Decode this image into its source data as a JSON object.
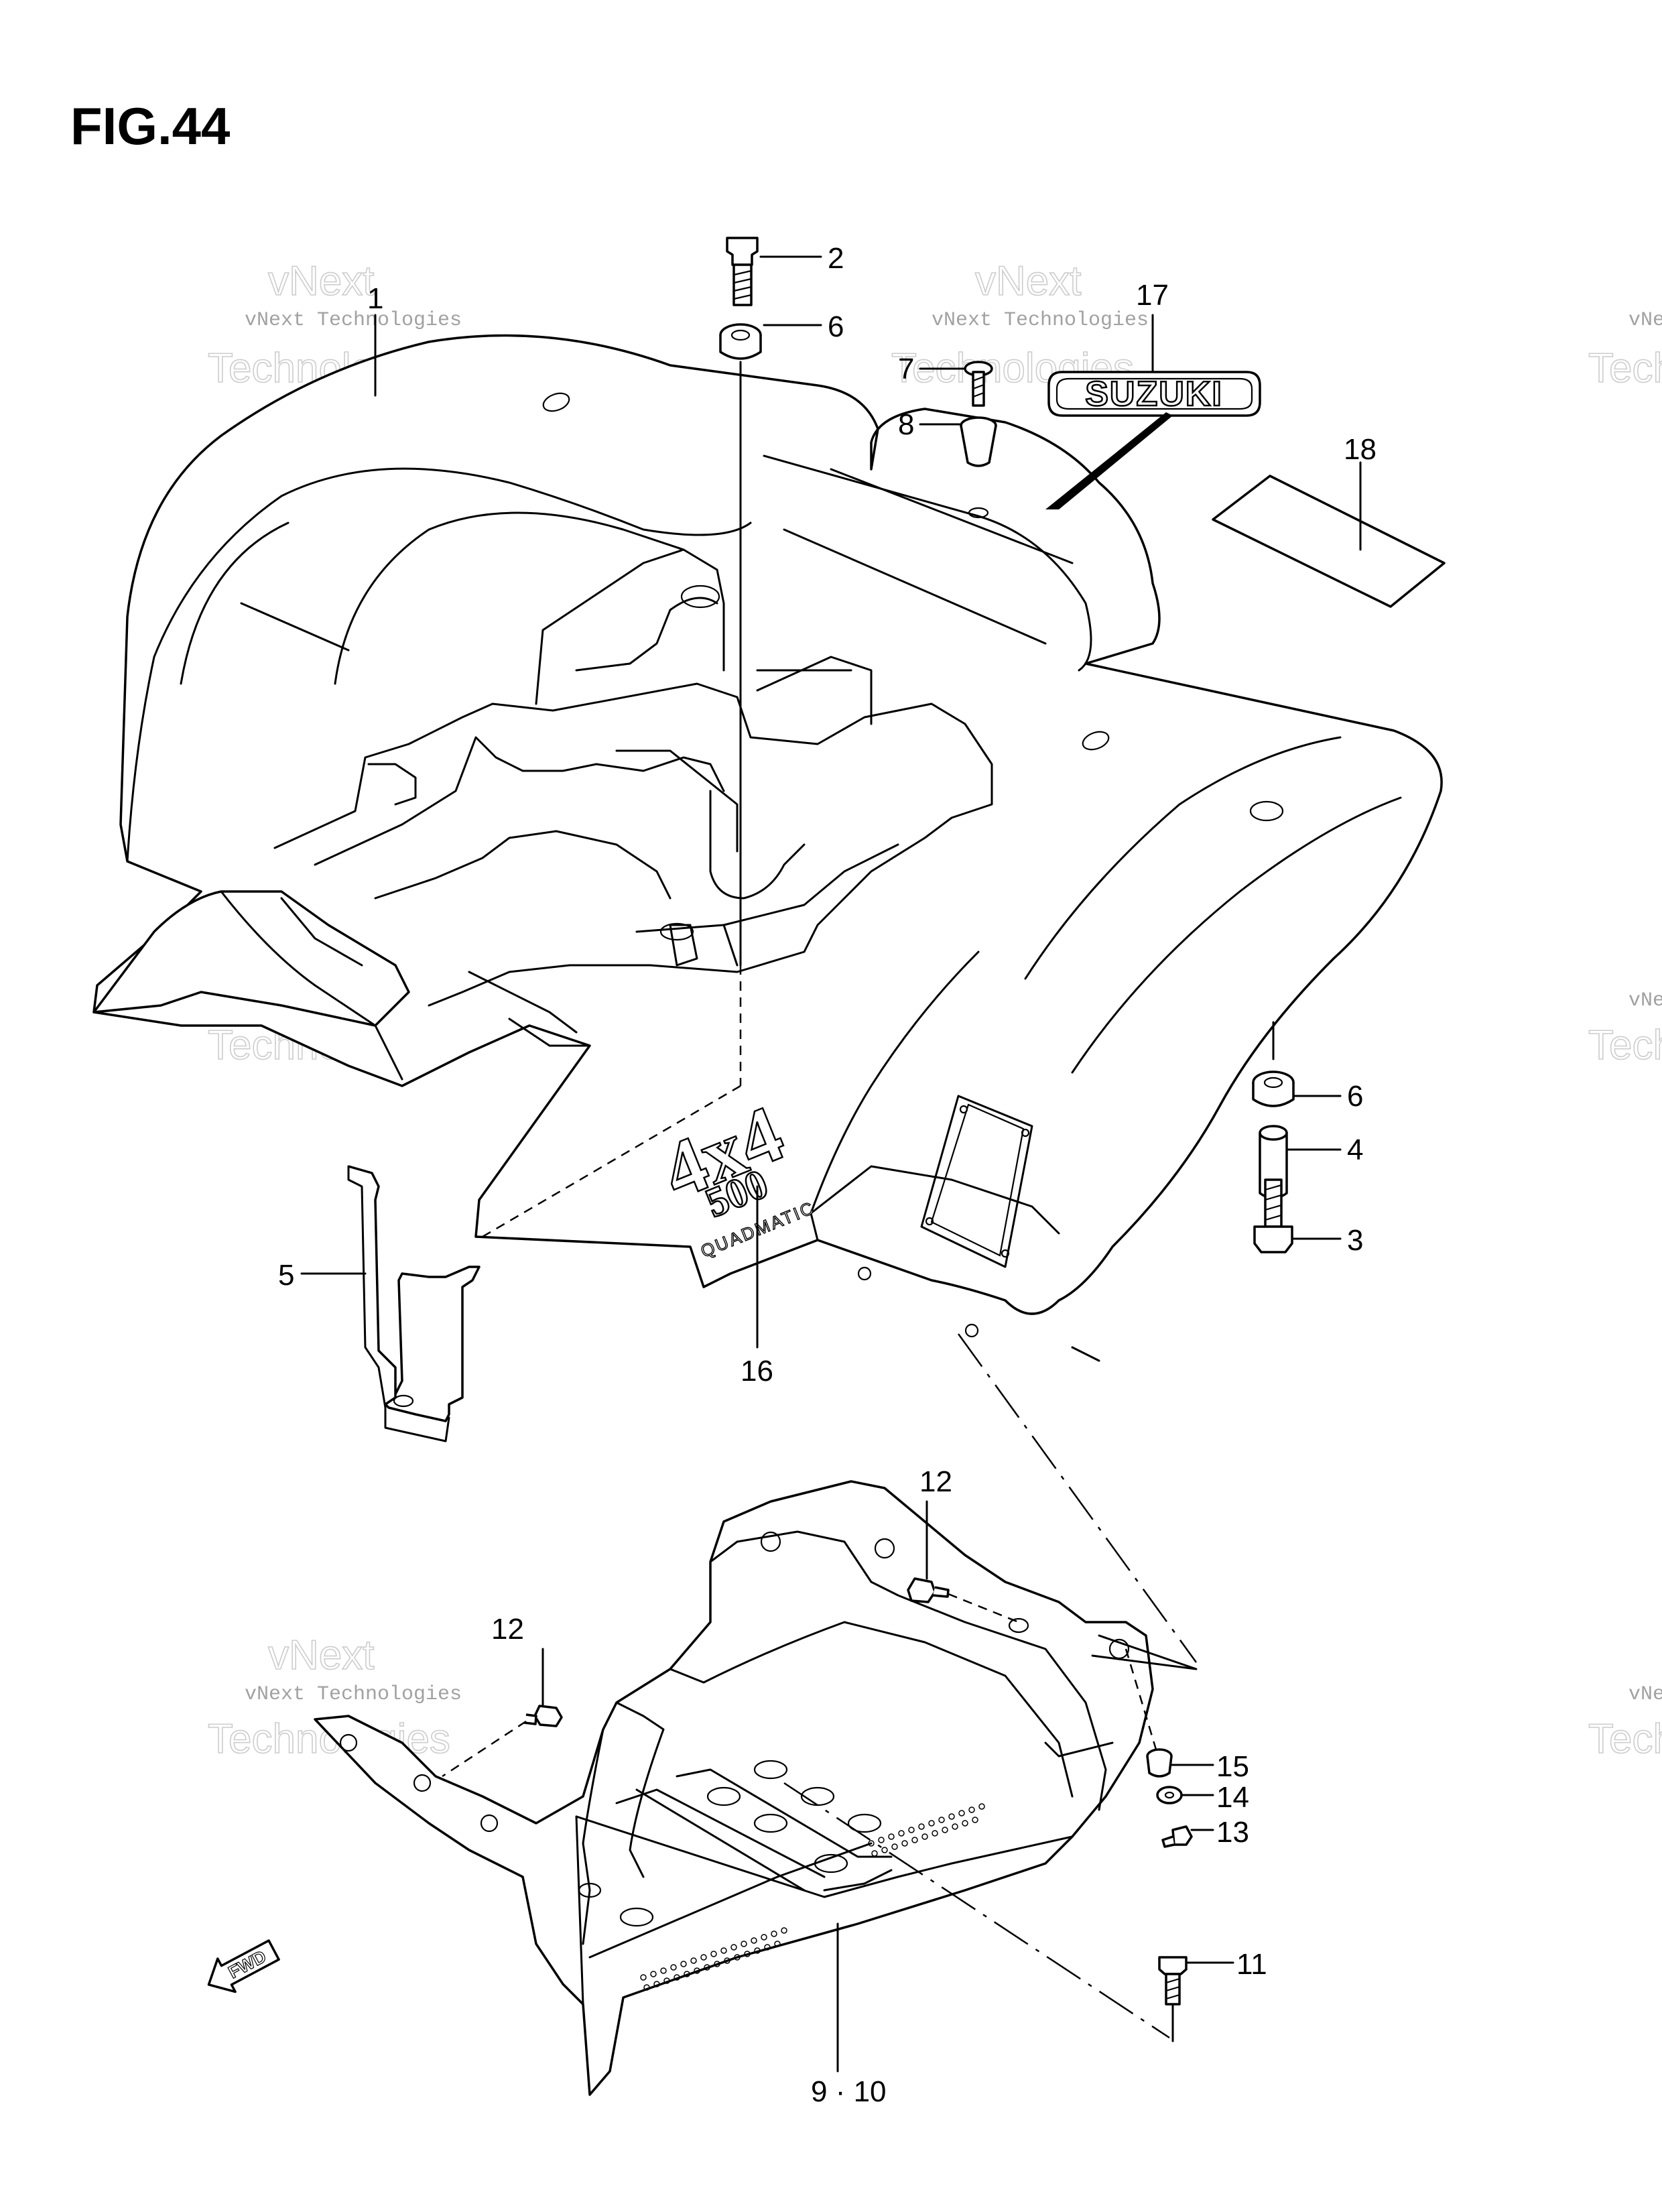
{
  "figure": {
    "title": "FIG.44"
  },
  "watermark": {
    "line1": "vNext Technologies",
    "line2": "Technologies",
    "overlay": "vNext"
  },
  "decals": {
    "suzuki": "SUZUKI",
    "four_by_four": "4x4",
    "displacement": "500",
    "automatic": "QUADMATIC"
  },
  "direction_indicator": {
    "label": "FWD"
  },
  "callouts": [
    {
      "id": "c1",
      "label": "1"
    },
    {
      "id": "c2",
      "label": "2"
    },
    {
      "id": "c6a",
      "label": "6"
    },
    {
      "id": "c17",
      "label": "17"
    },
    {
      "id": "c7",
      "label": "7"
    },
    {
      "id": "c8",
      "label": "8"
    },
    {
      "id": "c18",
      "label": "18"
    },
    {
      "id": "c6b",
      "label": "6"
    },
    {
      "id": "c4",
      "label": "4"
    },
    {
      "id": "c3",
      "label": "3"
    },
    {
      "id": "c5",
      "label": "5"
    },
    {
      "id": "c16",
      "label": "16"
    },
    {
      "id": "c12a",
      "label": "12"
    },
    {
      "id": "c12b",
      "label": "12"
    },
    {
      "id": "c15",
      "label": "15"
    },
    {
      "id": "c14",
      "label": "14"
    },
    {
      "id": "c13",
      "label": "13"
    },
    {
      "id": "c11",
      "label": "11"
    },
    {
      "id": "c910",
      "label": "9 · 10"
    }
  ]
}
